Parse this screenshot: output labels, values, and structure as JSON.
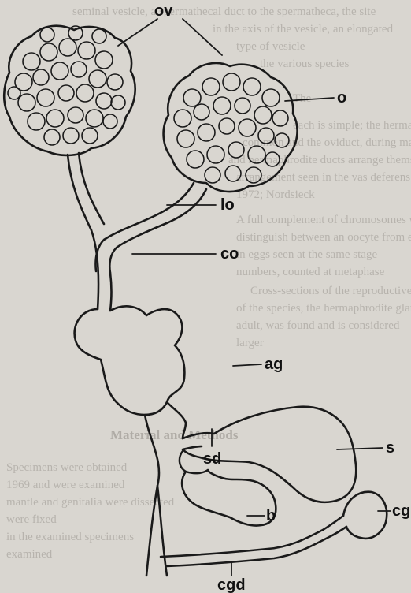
{
  "background_text": [
    "seminal vesicle, a spermathecal duct to the spermatheca, the site",
    "in the axis of the vesicle, an elongated",
    "type of vesicle",
    "the various species",
    "The",
    "each is simple; the hermaphrodite",
    "common and the oviduct, during maturity",
    "and hermaphrodite ducts arrange themselves to the",
    "arrangement seen in the vas deferens",
    "1972; Nordsieck",
    "A full complement of chromosomes was found to",
    "distinguish between an oocyte from each",
    "in eggs seen at the same stage",
    "numbers, counted at metaphase",
    "Cross-sections of the reproductive ducts",
    "of the species, the hermaphrodite gland of",
    "adult, was found and is considered",
    "larger",
    "Material and Methods",
    "Specimens were obtained",
    "1969 and were examined",
    "mantle and genitalia were dissected",
    "were fixed",
    "in the examined specimens",
    "examined"
  ],
  "labels": {
    "ov": "ov",
    "o": "o",
    "lo": "lo",
    "co": "co",
    "ag": "ag",
    "s": "s",
    "sd": "sd",
    "b": "b",
    "cg": "cg",
    "cgd": "cgd"
  },
  "colors": {
    "ink": "#1a1a1a",
    "paper": "#d9d6d0",
    "bgtext": "#9c9892"
  }
}
